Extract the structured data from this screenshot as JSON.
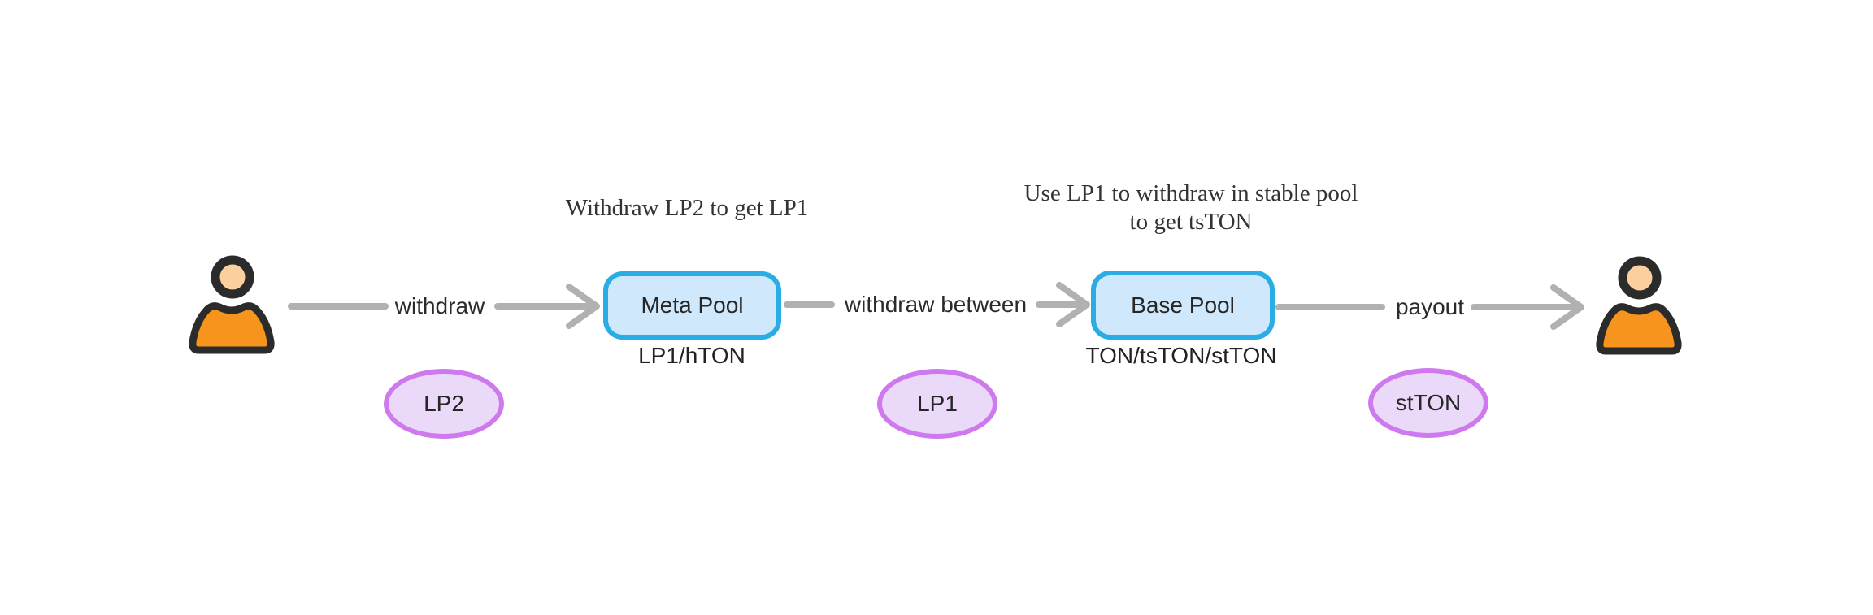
{
  "diagram": {
    "annotations": {
      "meta_pool_note": "Withdraw LP2 to get LP1",
      "base_pool_note_line1": "Use LP1 to withdraw in stable pool",
      "base_pool_note_line2": "to get tsTON"
    },
    "nodes": [
      {
        "id": "meta-pool",
        "label": "Meta Pool",
        "sublabel": "LP1/hTON"
      },
      {
        "id": "base-pool",
        "label": "Base Pool",
        "sublabel": "TON/tsTON/stTON"
      }
    ],
    "edges": [
      {
        "from": "user-left",
        "to": "meta-pool",
        "label": "withdraw"
      },
      {
        "from": "meta-pool",
        "to": "base-pool",
        "label": "withdraw between"
      },
      {
        "from": "base-pool",
        "to": "user-right",
        "label": "payout"
      }
    ],
    "tokens": [
      {
        "label": "LP2"
      },
      {
        "label": "LP1"
      },
      {
        "label": "stTON"
      }
    ],
    "actors": [
      {
        "id": "user-left",
        "icon": "user-icon"
      },
      {
        "id": "user-right",
        "icon": "user-icon"
      }
    ],
    "colors": {
      "pool_fill": "#cfe8fb",
      "pool_border": "#2aace5",
      "token_fill": "#ead9f9",
      "token_border": "#cf79ee",
      "arrow": "#b1b1b1",
      "text": "#2a2a2a",
      "person_body": "#f7941e",
      "person_skin": "#fcd09e",
      "person_outline": "#2b2b2b"
    }
  }
}
